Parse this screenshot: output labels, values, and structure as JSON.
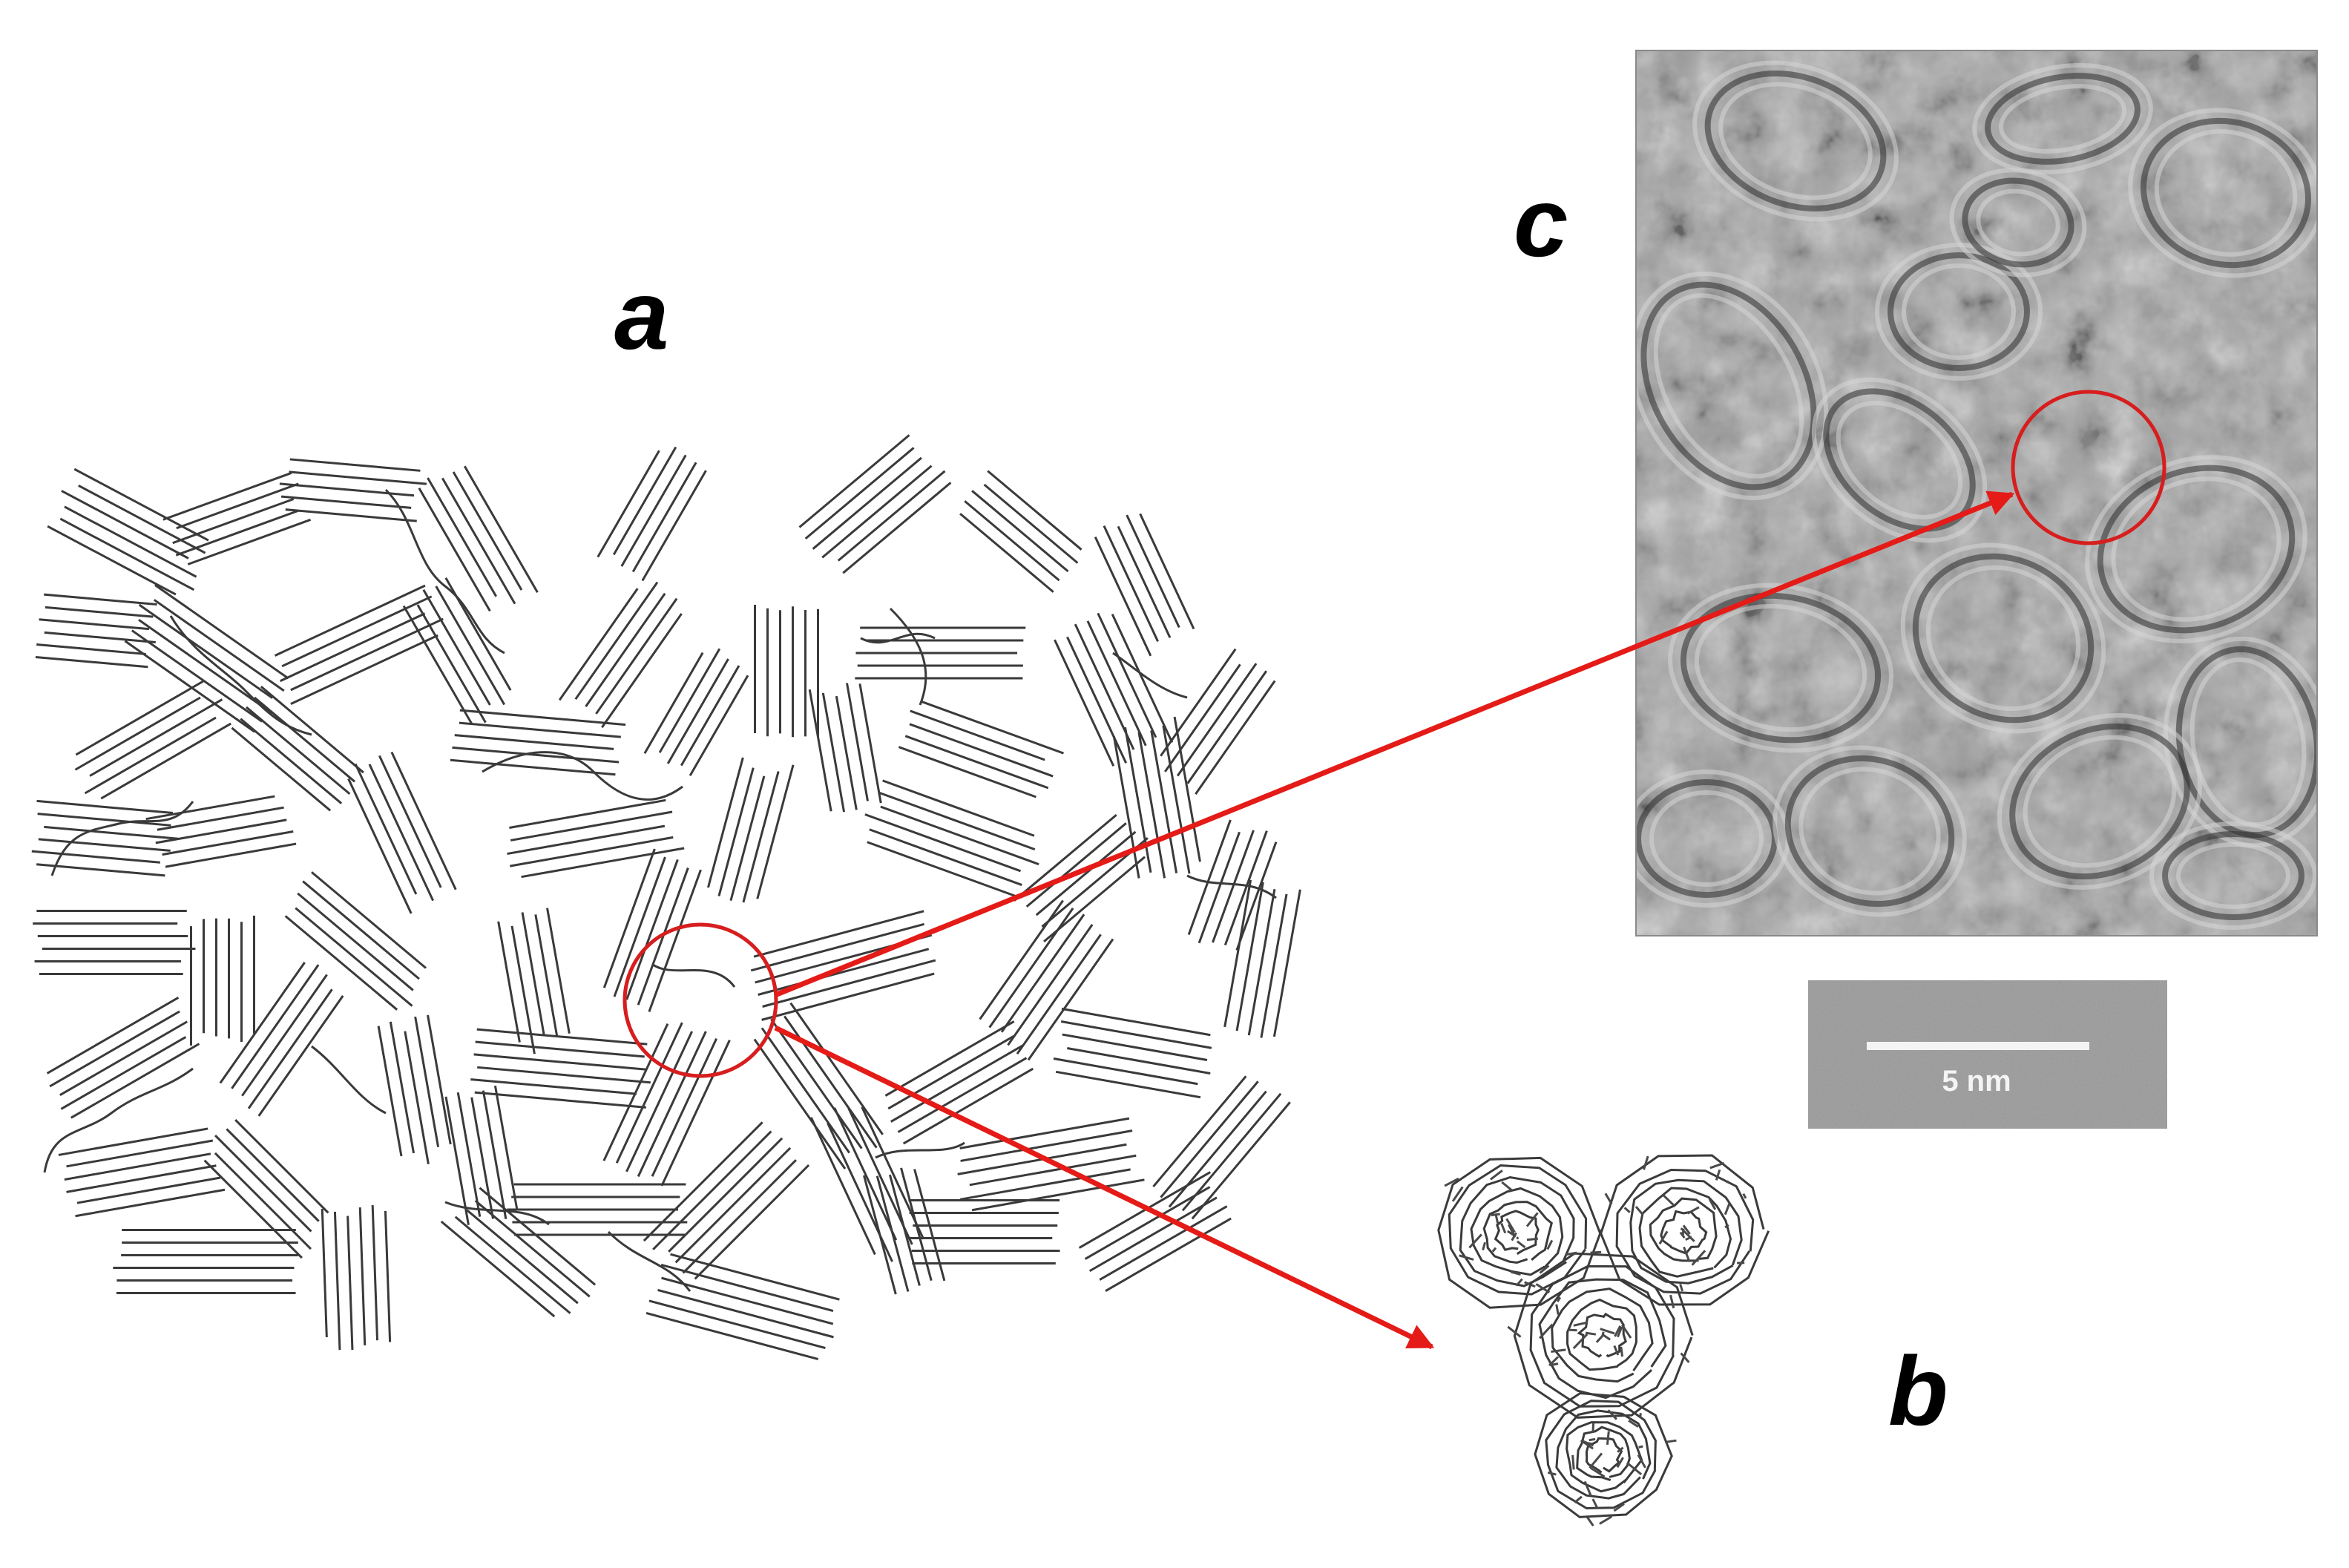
{
  "figure": {
    "panel_labels": {
      "a": "a",
      "b": "b",
      "c": "c"
    },
    "scale_bar": {
      "label": "5 nm"
    },
    "colors": {
      "arrow": "#e41b17",
      "highlight_circle": "#d71e1e",
      "label": "#000000",
      "stacks": "#3a3a3a",
      "tem_background": "#9f9f9f",
      "scale_bar_background": "#9b9b9b"
    }
  }
}
